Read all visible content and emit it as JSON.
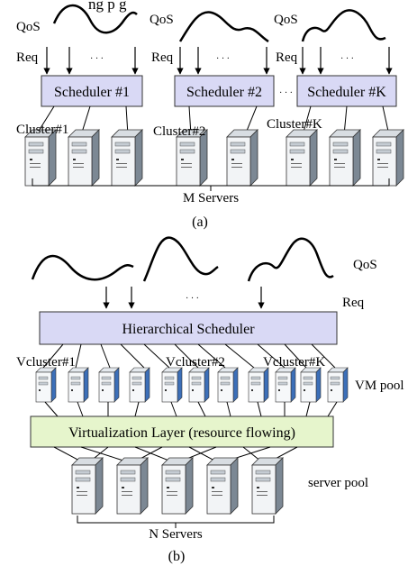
{
  "top_caption_fragment": "ng p    g",
  "panel_a": {
    "qos_label_1": "QoS",
    "qos_label_2": "QoS",
    "qos_label_3": "QoS",
    "req_label_1": "Req",
    "req_label_2": "Req",
    "req_label_3": "Req",
    "ellipsis": "· · ·",
    "schedulers": [
      "Scheduler #1",
      "Scheduler #2",
      "Scheduler #K"
    ],
    "clusters": [
      "Cluster#1",
      "Cluster#2",
      "Cluster#K"
    ],
    "servers_label": "M Servers",
    "caption": "(a)"
  },
  "panel_b": {
    "qos_label": "QoS",
    "req_label": "Req",
    "ellipsis": "· · ·",
    "scheduler": "Hierarchical Scheduler",
    "vclusters": [
      "Vcluster#1",
      "Vcluster#2",
      "Vcluster#K"
    ],
    "vm_pool": "VM pool",
    "virt_layer": "Virtualization Layer (resource flowing)",
    "server_pool": "server pool",
    "servers_label": "N Servers",
    "caption": "(b)"
  },
  "colors": {
    "scheduler_fill": "#d9d9f5",
    "virt_layer_fill": "#e6f5cc",
    "server_light": "#f2f4f6",
    "server_dark": "#7c8894"
  }
}
